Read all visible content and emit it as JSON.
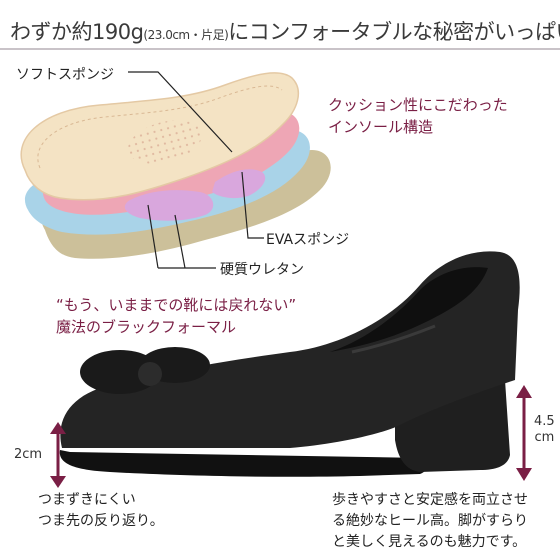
{
  "header": {
    "title_main": "わずか約190g",
    "title_sub": "(23.0cm・片足)",
    "title_tail": "にコンフォータブルな秘密がいっぱい"
  },
  "insole": {
    "feature_lines": [
      "クッション性にこだわった",
      "インソール構造"
    ],
    "layers": {
      "soft_sponge": "ソフトスポンジ",
      "eva_sponge": "EVAスポンジ",
      "urethane": "硬質ウレタン"
    }
  },
  "slogan": {
    "line1": "“もう、いままでの靴には戻れない”",
    "line2": "魔法のブラックフォーマル"
  },
  "measurements": {
    "toe_height": "2cm",
    "heel_value": "4.5",
    "heel_unit": "cm"
  },
  "captions": {
    "toe": [
      "つまずきにくい",
      "つま先の反り返り。"
    ],
    "heel": [
      "歩きやすさと安定感を両立させ",
      "る絶妙なヒール高。脚がすらり",
      "と美しく見えるのも魅力です。"
    ]
  },
  "colors": {
    "accent": "#7a1f45",
    "arrow": "#7a1f45",
    "shoe": "#1c1c1c"
  }
}
